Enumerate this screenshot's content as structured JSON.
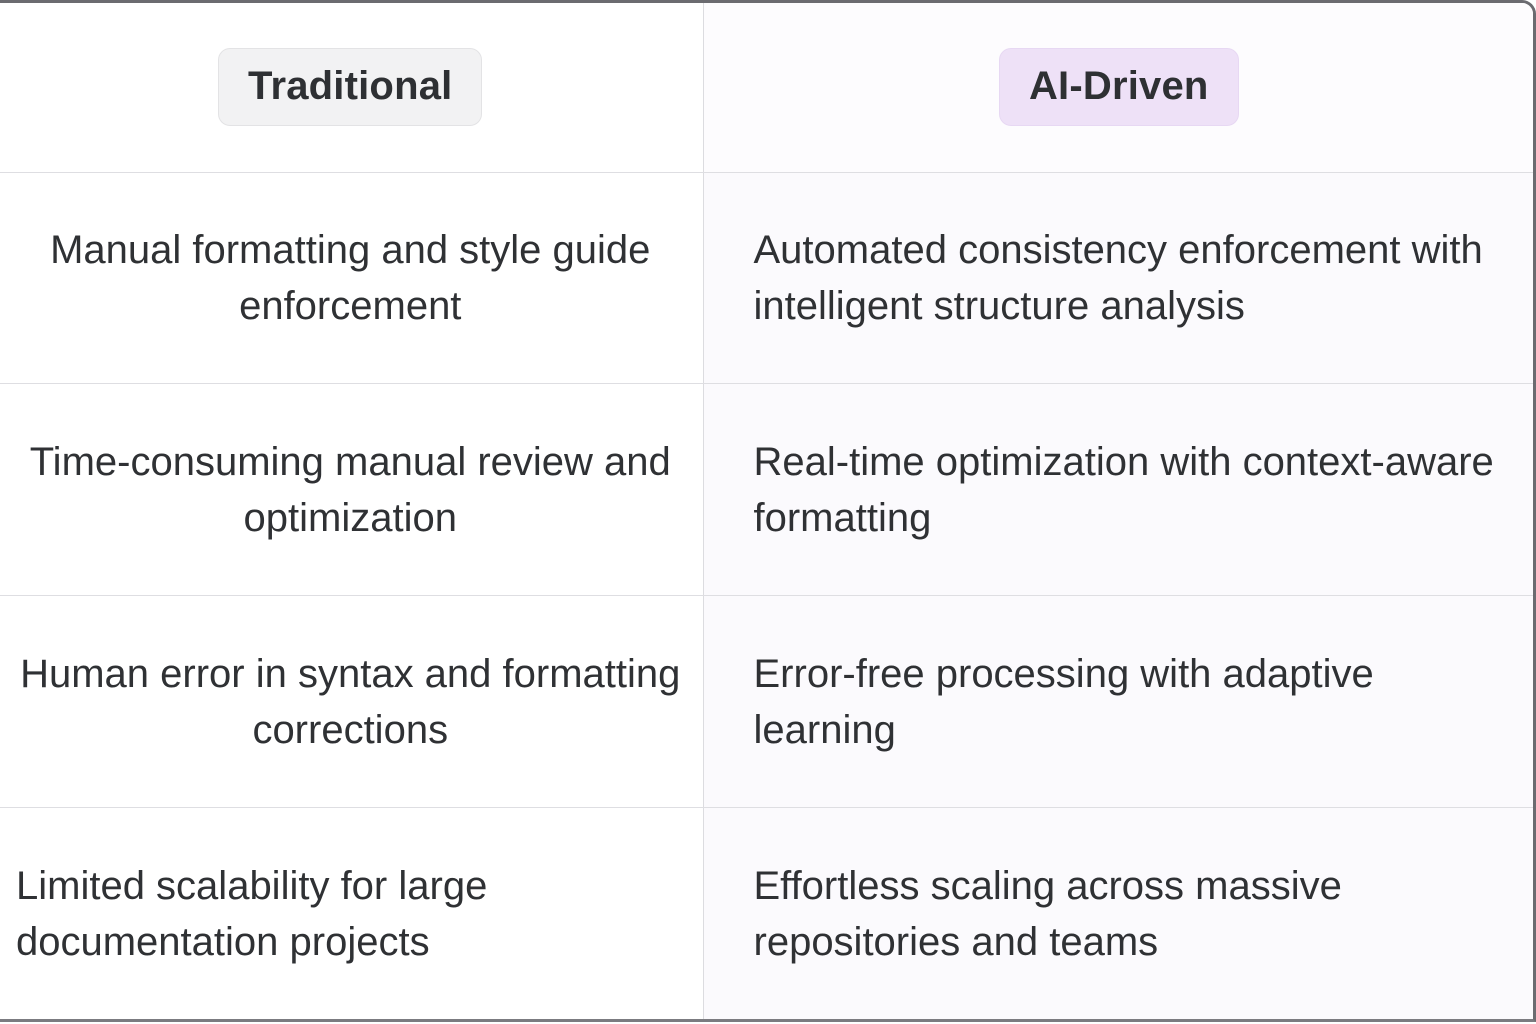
{
  "card": {
    "title": "Traditional vs AI-Driven comparison table",
    "colors": {
      "outer_border": "#6b6b70",
      "row_divider": "#dedee2",
      "column_divider": "#dcdce0",
      "left_column_bg": "#ffffff",
      "right_column_bg": "#fbfafd",
      "text": "#2f3134",
      "badge_traditional_bg": "#f2f2f3",
      "badge_traditional_border": "#e3e3e5",
      "badge_ai_bg": "#eee1f7",
      "badge_ai_border": "#e7d8f3"
    }
  },
  "table": {
    "columns": [
      {
        "key": "traditional",
        "header": "Traditional",
        "align": "center",
        "variant": "neutral"
      },
      {
        "key": "ai_driven",
        "header": "AI-Driven",
        "align": "left",
        "variant": "accent"
      }
    ],
    "rows": [
      {
        "traditional": "Manual formatting and style guide enforcement",
        "ai_driven": "Automated consistency enforcement with intelligent structure analysis"
      },
      {
        "traditional": "Time-consuming manual review and optimization",
        "ai_driven": "Real-time optimization with context-aware formatting"
      },
      {
        "traditional": "Human error in syntax and formatting corrections",
        "ai_driven": "Error-free processing with adaptive learning"
      },
      {
        "traditional": "Limited scalability for large documentation projects",
        "ai_driven": "Effortless scaling across massive repositories and teams"
      }
    ]
  }
}
